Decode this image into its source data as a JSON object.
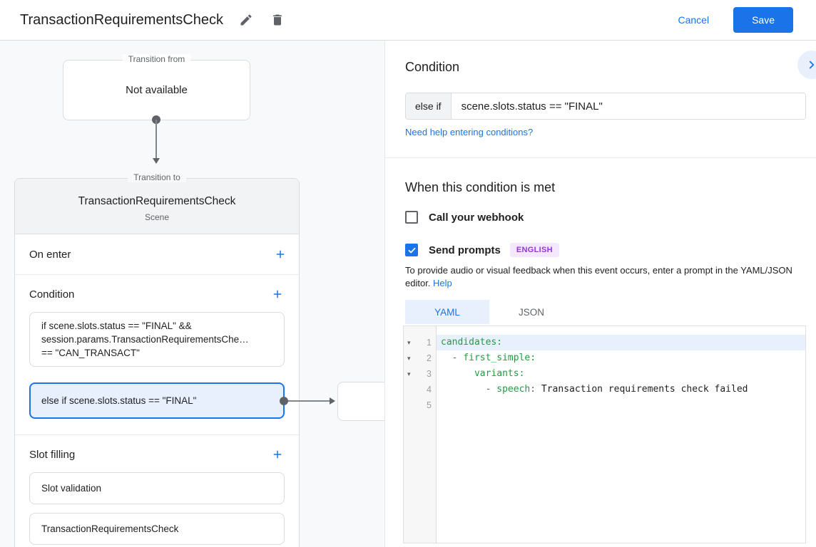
{
  "header": {
    "title": "TransactionRequirementsCheck",
    "cancel_label": "Cancel",
    "save_label": "Save"
  },
  "canvas": {
    "transition_from": {
      "label": "Transition from",
      "value": "Not available"
    },
    "transition_to": {
      "label": "Transition to",
      "title": "TransactionRequirementsCheck",
      "subtitle": "Scene",
      "on_enter_label": "On enter",
      "condition_label": "Condition",
      "condition_items": [
        {
          "text": "if scene.slots.status == \"FINAL\" &&\nsession.params.TransactionRequirementsChe…\n== \"CAN_TRANSACT\""
        },
        {
          "text": "else if scene.slots.status == \"FINAL\"",
          "selected": true
        }
      ],
      "slot_filling_label": "Slot filling",
      "slot_items": [
        {
          "text": "Slot validation"
        },
        {
          "text": "TransactionRequirementsCheck"
        }
      ]
    }
  },
  "panel": {
    "title": "Condition",
    "condition_prefix": "else if",
    "condition_value": "scene.slots.status == \"FINAL\"",
    "help_link": "Need help entering conditions?",
    "when_met_title": "When this condition is met",
    "webhook_label": "Call your webhook",
    "webhook_checked": false,
    "prompts_label": "Send prompts",
    "prompts_checked": true,
    "language_badge": "ENGLISH",
    "description": "To provide audio or visual feedback when this event occurs, enter a prompt in the YAML/JSON editor.",
    "description_help": "Help",
    "tabs": [
      {
        "label": "YAML",
        "active": true
      },
      {
        "label": "JSON",
        "active": false
      }
    ],
    "editor": {
      "lines": [
        {
          "num": 1,
          "fold": true,
          "highlight": true,
          "segments": [
            {
              "t": "candidates",
              "c": "key"
            },
            {
              "t": ":",
              "c": "key"
            }
          ]
        },
        {
          "num": 2,
          "fold": true,
          "segments": [
            {
              "t": "  ",
              "c": "plain"
            },
            {
              "t": "- ",
              "c": "punc"
            },
            {
              "t": "first_simple",
              "c": "key"
            },
            {
              "t": ":",
              "c": "key"
            }
          ]
        },
        {
          "num": 3,
          "fold": true,
          "segments": [
            {
              "t": "      ",
              "c": "plain"
            },
            {
              "t": "variants",
              "c": "key"
            },
            {
              "t": ":",
              "c": "key"
            }
          ]
        },
        {
          "num": 4,
          "fold": false,
          "segments": [
            {
              "t": "        ",
              "c": "plain"
            },
            {
              "t": "- ",
              "c": "punc"
            },
            {
              "t": "speech",
              "c": "key"
            },
            {
              "t": ": ",
              "c": "punc"
            },
            {
              "t": "Transaction requirements check failed",
              "c": "plain"
            }
          ]
        },
        {
          "num": 5,
          "fold": false,
          "segments": []
        }
      ]
    }
  },
  "colors": {
    "accent_blue": "#1a73e8",
    "selection_blue": "#e8f0fe",
    "badge_bg": "#f3e8fd",
    "badge_text": "#9334e6",
    "code_key_green": "#1e9e40",
    "border_gray": "#dadce0"
  }
}
